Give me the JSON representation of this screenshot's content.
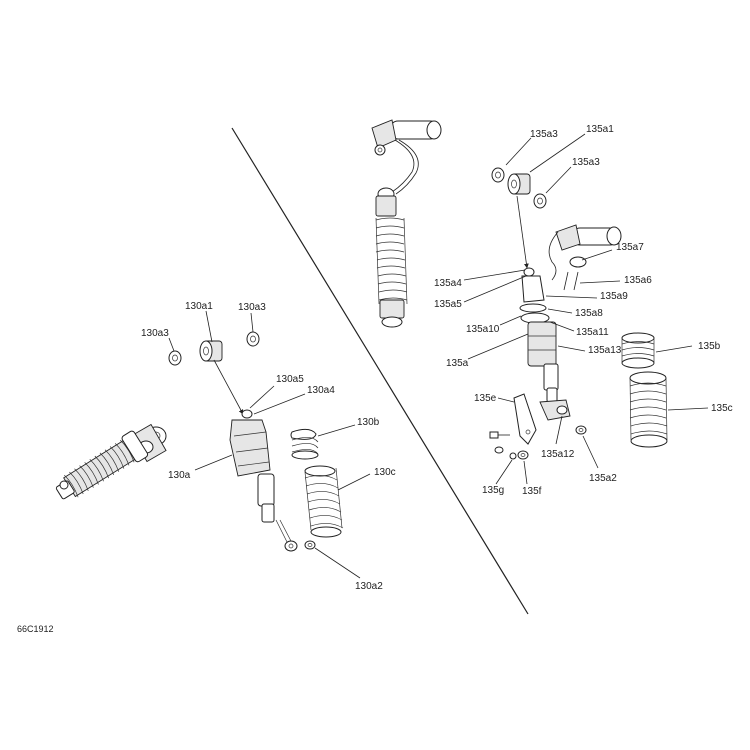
{
  "figure_code": "66C1912",
  "callouts": {
    "c130a1": "130a1",
    "c130a3_left": "130a3",
    "c130a3_right": "130a3",
    "c130a5": "130a5",
    "c130a4": "130a4",
    "c130b": "130b",
    "c130c": "130c",
    "c130a": "130a",
    "c130a2": "130a2",
    "c135a1": "135a1",
    "c135a3_top": "135a3",
    "c135a3_mid": "135a3",
    "c135a7": "135a7",
    "c135a4": "135a4",
    "c135a6": "135a6",
    "c135a9": "135a9",
    "c135a5": "135a5",
    "c135a8": "135a8",
    "c135a10": "135a10",
    "c135a11": "135a11",
    "c135a": "135a",
    "c135a13": "135a13",
    "c135b": "135b",
    "c135c": "135c",
    "c135e": "135e",
    "c135a12": "135a12",
    "c135a2": "135a2",
    "c135g": "135g",
    "c135f": "135f"
  }
}
